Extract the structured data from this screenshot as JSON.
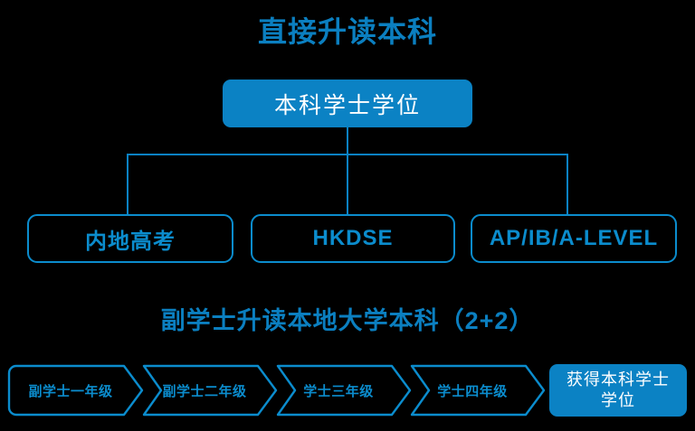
{
  "page": {
    "background_color": "#000000",
    "accent_blue": "#0b82c4",
    "outline_blue": "#0b8ccd",
    "text_on_fill": "#ffffff"
  },
  "section_direct": {
    "title": "直接升读本科",
    "degree_box": {
      "label": "本科学士学位",
      "style": "filled"
    },
    "pathways": [
      {
        "label": "内地高考",
        "style": "outlined"
      },
      {
        "label": "HKDSE",
        "style": "outlined"
      },
      {
        "label": "AP/IB/A-LEVEL",
        "style": "outlined"
      }
    ],
    "connector": {
      "type": "tree",
      "branches": 3
    }
  },
  "section_associate": {
    "title": "副学士升读本地大学本科（2+2）",
    "steps": [
      {
        "label": "副学士一年级",
        "style": "outlined-chevron"
      },
      {
        "label": "副学士二年级",
        "style": "outlined-chevron"
      },
      {
        "label": "学士三年级",
        "style": "outlined-chevron"
      },
      {
        "label": "学士四年级",
        "style": "outlined-chevron"
      },
      {
        "label": "获得本科学士学位",
        "style": "filled"
      }
    ]
  }
}
